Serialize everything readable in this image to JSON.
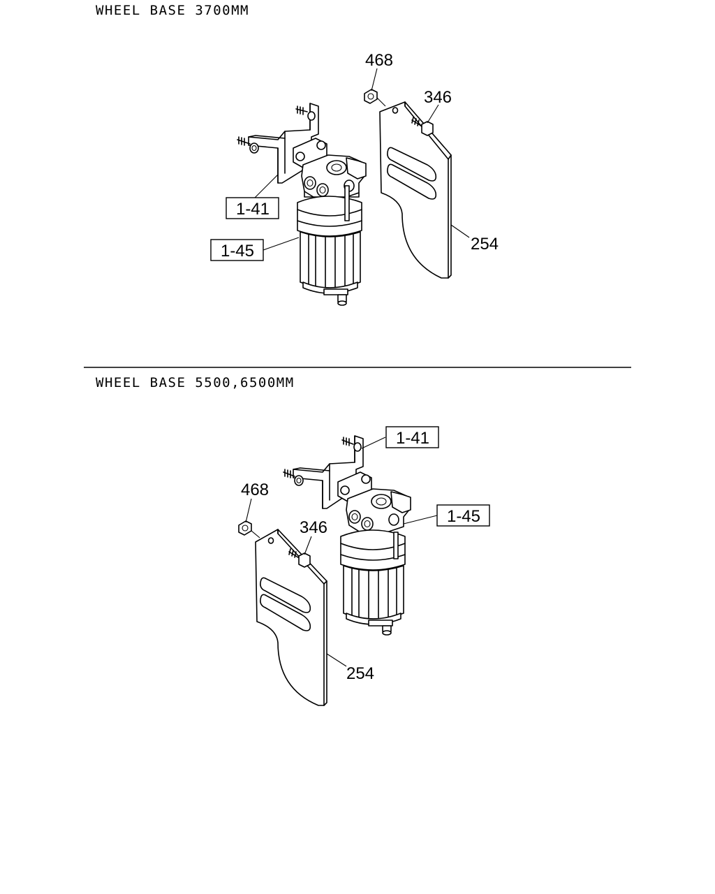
{
  "sections": [
    {
      "caption": "WHEEL BASE 3700MM",
      "callouts": {
        "nut": "468",
        "bolt": "346",
        "bracket_ref": "1-41",
        "filter_ref": "1-45",
        "shield": "254"
      }
    },
    {
      "caption": "WHEEL BASE 5500,6500MM",
      "callouts": {
        "nut": "468",
        "bolt": "346",
        "bracket_ref": "1-41",
        "filter_ref": "1-45",
        "shield": "254"
      }
    }
  ]
}
